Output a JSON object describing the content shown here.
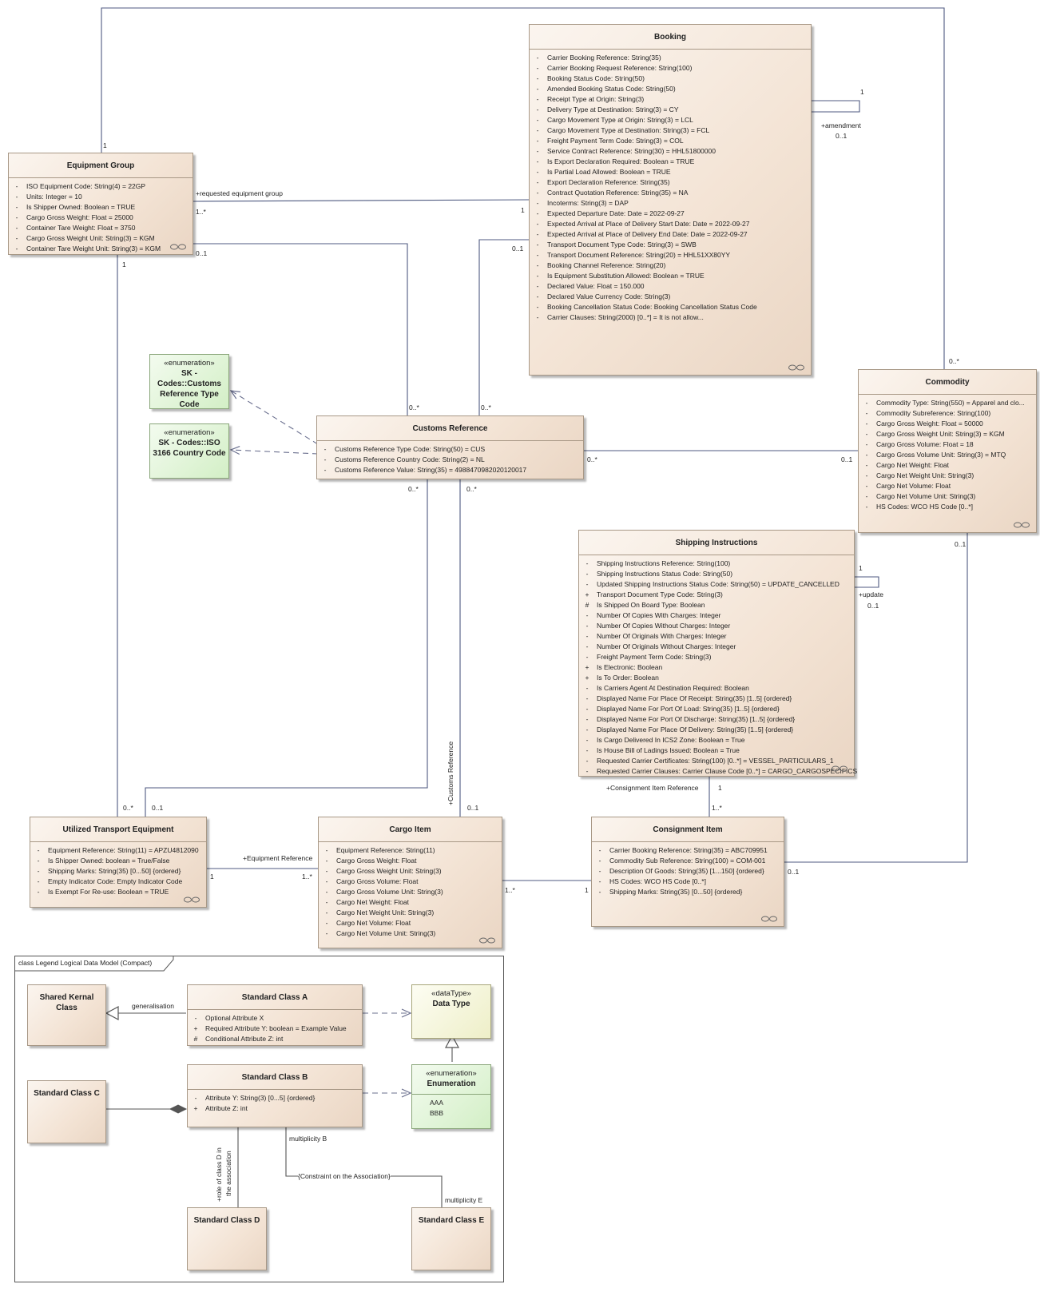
{
  "classes": {
    "booking": {
      "title": "Booking",
      "attrs": [
        {
          "v": "-",
          "t": "Carrier Booking Reference: String(35)"
        },
        {
          "v": "-",
          "t": "Carrier Booking Request Reference: String(100)"
        },
        {
          "v": "-",
          "t": "Booking Status Code: String(50)"
        },
        {
          "v": "-",
          "t": "Amended Booking Status Code: String(50)"
        },
        {
          "v": "-",
          "t": "Receipt Type at Origin: String(3)"
        },
        {
          "v": "-",
          "t": "Delivery Type at Destination: String(3) = CY"
        },
        {
          "v": "-",
          "t": "Cargo Movement Type  at Origin: String(3) = LCL"
        },
        {
          "v": "-",
          "t": "Cargo Movement Type at Destination: String(3) = FCL"
        },
        {
          "v": "-",
          "t": "Freight Payment Term Code: String(3) = COL"
        },
        {
          "v": "-",
          "t": "Service Contract Reference: String(30) = HHL51800000"
        },
        {
          "v": "-",
          "t": "Is Export Declaration Required: Boolean = TRUE"
        },
        {
          "v": "-",
          "t": "Is Partial Load Allowed: Boolean = TRUE"
        },
        {
          "v": "-",
          "t": "Export Declaration Reference: String(35)"
        },
        {
          "v": "-",
          "t": "Contract Quotation Reference: String(35) = NA"
        },
        {
          "v": "-",
          "t": "Incoterms: String(3) = DAP"
        },
        {
          "v": "-",
          "t": "Expected Departure Date: Date = 2022-09-27"
        },
        {
          "v": "-",
          "t": "Expected Arrival at Place of Delivery Start Date: Date = 2022-09-27"
        },
        {
          "v": "-",
          "t": "Expected Arrival at Place of Delivery End Date: Date = 2022-09-27"
        },
        {
          "v": "-",
          "t": "Transport Document Type Code: String(3) = SWB"
        },
        {
          "v": "-",
          "t": "Transport Document Reference: String(20) = HHL51XX80YY"
        },
        {
          "v": "-",
          "t": "Booking Channel Reference: String(20)"
        },
        {
          "v": "-",
          "t": "Is Equipment Substitution Allowed: Boolean = TRUE"
        },
        {
          "v": "-",
          "t": "Declared Value: Float = 150.000"
        },
        {
          "v": "-",
          "t": "Declared Value Currency Code: String(3)"
        },
        {
          "v": "-",
          "t": "Booking Cancellation Status Code: Booking Cancellation Status Code"
        },
        {
          "v": "-",
          "t": "Carrier Clauses: String(2000) [0..*] = It is not allow..."
        }
      ]
    },
    "equipment_group": {
      "title": "Equipment Group",
      "attrs": [
        {
          "v": "-",
          "t": "ISO Equipment Code: String(4) = 22GP"
        },
        {
          "v": "-",
          "t": "Units: Integer = 10"
        },
        {
          "v": "-",
          "t": "Is Shipper Owned: Boolean = TRUE"
        },
        {
          "v": "-",
          "t": "Cargo Gross Weight: Float = 25000"
        },
        {
          "v": "-",
          "t": "Container Tare Weight: Float = 3750"
        },
        {
          "v": "-",
          "t": "Cargo Gross Weight Unit: String(3) = KGM"
        },
        {
          "v": "-",
          "t": "Container Tare Weight Unit: String(3) = KGM"
        }
      ]
    },
    "commodity": {
      "title": "Commodity",
      "attrs": [
        {
          "v": "-",
          "t": "Commodity Type: String(550) = Apparel and clo..."
        },
        {
          "v": "-",
          "t": "Commodity Subreference: String(100)"
        },
        {
          "v": "-",
          "t": "Cargo Gross Weight: Float = 50000"
        },
        {
          "v": "-",
          "t": "Cargo Gross Weight Unit: String(3) = KGM"
        },
        {
          "v": "-",
          "t": "Cargo Gross Volume: Float = 18"
        },
        {
          "v": "-",
          "t": "Cargo Gross Volume Unit: String(3) = MTQ"
        },
        {
          "v": "-",
          "t": "Cargo Net Weight: Float"
        },
        {
          "v": "-",
          "t": "Cargo Net Weight Unit: String(3)"
        },
        {
          "v": "-",
          "t": "Cargo Net Volume: Float"
        },
        {
          "v": "-",
          "t": "Cargo Net Volume Unit: String(3)"
        },
        {
          "v": "-",
          "t": "HS Codes: WCO HS Code [0..*]"
        }
      ]
    },
    "customs_reference": {
      "title": "Customs Reference",
      "attrs": [
        {
          "v": "-",
          "t": "Customs Reference Type Code: String(50) = CUS"
        },
        {
          "v": "-",
          "t": "Customs Reference Country Code: String(2) = NL"
        },
        {
          "v": "-",
          "t": "Customs Reference Value: String(35) = 4988470982020120017"
        }
      ]
    },
    "enum_customs_type": {
      "stereo": "«enumeration»",
      "title": "SK - Codes::Customs Reference Type Code"
    },
    "enum_country": {
      "stereo": "«enumeration»",
      "title": "SK - Codes::ISO 3166 Country Code"
    },
    "shipping_instructions": {
      "title": "Shipping Instructions",
      "attrs": [
        {
          "v": "-",
          "t": "Shipping Instructions Reference: String(100)"
        },
        {
          "v": "-",
          "t": "Shipping Instructions Status Code: String(50)"
        },
        {
          "v": "-",
          "t": "Updated Shipping Instructions Status Code: String(50) = UPDATE_CANCELLED"
        },
        {
          "v": "+",
          "t": "Transport Document Type Code: String(3)"
        },
        {
          "v": "#",
          "t": "Is Shipped On Board Type: Boolean"
        },
        {
          "v": "-",
          "t": "Number Of Copies With Charges: Integer"
        },
        {
          "v": "-",
          "t": "Number Of Copies Without Charges: Integer"
        },
        {
          "v": "-",
          "t": "Number Of Originals With Charges: Integer"
        },
        {
          "v": "-",
          "t": "Number Of Originals Without Charges: Integer"
        },
        {
          "v": "-",
          "t": "Freight Payment Term Code: String(3)"
        },
        {
          "v": "+",
          "t": "Is Electronic: Boolean"
        },
        {
          "v": "+",
          "t": "Is To Order: Boolean"
        },
        {
          "v": "-",
          "t": "Is Carriers Agent At Destination Required: Boolean"
        },
        {
          "v": "-",
          "t": "Displayed Name For Place Of Receipt: String(35) [1..5] {ordered}"
        },
        {
          "v": "-",
          "t": "Displayed Name For Port Of Load: String(35) [1..5] {ordered}"
        },
        {
          "v": "-",
          "t": "Displayed Name For Port Of Discharge: String(35) [1..5] {ordered}"
        },
        {
          "v": "-",
          "t": "Displayed Name For Place Of Delivery: String(35) [1..5] {ordered}"
        },
        {
          "v": "-",
          "t": "Is Cargo Delivered In ICS2 Zone: Boolean = True"
        },
        {
          "v": "-",
          "t": "Is House Bill of Ladings Issued: Boolean = True"
        },
        {
          "v": "-",
          "t": "Requested Carrier Certificates: String(100) [0..*] = VESSEL_PARTICULARS_1"
        },
        {
          "v": "-",
          "t": "Requested Carrier Clauses: Carrier Clause Code [0..*] = CARGO_CARGOSPECIFICS"
        }
      ]
    },
    "utilized_transport_equipment": {
      "title": "Utilized Transport Equipment",
      "attrs": [
        {
          "v": "-",
          "t": "Equipment Reference: String(11) = APZU4812090"
        },
        {
          "v": "-",
          "t": "Is Shipper Owned: boolean = True/False"
        },
        {
          "v": "-",
          "t": "Shipping Marks: String(35) [0...50] {ordered}"
        },
        {
          "v": "-",
          "t": "Empty Indicator Code: Empty Indicator Code"
        },
        {
          "v": "-",
          "t": "Is Exempt For Re-use: Boolean = TRUE"
        }
      ]
    },
    "cargo_item": {
      "title": "Cargo Item",
      "attrs": [
        {
          "v": "-",
          "t": "Equipment Reference: String(11)"
        },
        {
          "v": "-",
          "t": "Cargo Gross Weight: Float"
        },
        {
          "v": "-",
          "t": "Cargo Gross Weight Unit: String(3)"
        },
        {
          "v": "-",
          "t": "Cargo Gross Volume: Float"
        },
        {
          "v": "-",
          "t": "Cargo Gross Volume Unit: String(3)"
        },
        {
          "v": "-",
          "t": "Cargo Net Weight: Float"
        },
        {
          "v": "-",
          "t": "Cargo Net Weight Unit: String(3)"
        },
        {
          "v": "-",
          "t": "Cargo Net Volume: Float"
        },
        {
          "v": "-",
          "t": "Cargo Net Volume Unit: String(3)"
        }
      ]
    },
    "consignment_item": {
      "title": "Consignment Item",
      "attrs": [
        {
          "v": "-",
          "t": "Carrier Booking Reference: String(35) = ABC709951"
        },
        {
          "v": "-",
          "t": "Commodity Sub Reference: String(100) = COM-001"
        },
        {
          "v": "-",
          "t": "Description Of Goods: String(35) [1...150] {ordered}"
        },
        {
          "v": "-",
          "t": "HS Codes: WCO HS Code [0..*]"
        },
        {
          "v": "-",
          "t": "Shipping Marks: String(35) [0...50] {ordered}"
        }
      ]
    }
  },
  "labels": {
    "eg_top_1": "1",
    "booking_self_1": "1",
    "booking_amendment": "+amendment",
    "booking_self_01": "0..1",
    "eg_requested": "+requested equipment group",
    "eg_1star": "1..*",
    "booking_1": "1",
    "eg_01": "0..1",
    "booking_01": "0..1",
    "eg_1_bottom": "1",
    "commodity_0star": "0..*",
    "cr_0star_left": "0..*",
    "cr_0star_right": "0..*",
    "cr_0star_side": "0..*",
    "commodity_01_left": "0..1",
    "cr_0star_bl": "0..*",
    "cr_0star_br": "0..*",
    "commodity_01_bottom": "0..1",
    "si_self_1": "1",
    "si_update": "+update",
    "si_self_01": "0..1",
    "consignment_ref": "+Consignment Item Reference",
    "si_1": "1",
    "ci_1star": "1..*",
    "customs_ref_role": "+Customs Reference",
    "ute_0star": "0..*",
    "ute_01": "0..1",
    "cargo_01": "0..1",
    "equipment_ref": "+Equipment Reference",
    "ute_1": "1",
    "cargo_1star": "1..*",
    "cargo_1star_right": "1..*",
    "consign_1": "1",
    "consign_01": "0..1"
  },
  "legend": {
    "frame_title": "class Legend Logical Data Model (Compact)",
    "shared_kernal": "Shared Kernal Class",
    "class_a": {
      "title": "Standard Class A",
      "attrs": [
        {
          "v": "-",
          "t": "Optional Attribute X"
        },
        {
          "v": "+",
          "t": "Required Attribute Y: boolean = Example Value"
        },
        {
          "v": "#",
          "t": "Conditional Attribute Z: int"
        }
      ]
    },
    "data_type": {
      "stereo": "«dataType»",
      "title": "Data Type"
    },
    "class_b": {
      "title": "Standard Class B",
      "attrs": [
        {
          "v": "-",
          "t": "Attribute Y: String(3) [0...5] {ordered}"
        },
        {
          "v": "+",
          "t": "Attribute Z: int"
        }
      ]
    },
    "class_c": "Standard Class C",
    "enumeration": {
      "stereo": "«enumeration»",
      "title": "Enumeration",
      "values": [
        "AAA",
        "BBB"
      ]
    },
    "class_d": "Standard Class D",
    "class_e": "Standard Class E",
    "generalisation": "generalisation",
    "multiplicity_b": "multiplicity B",
    "multiplicity_e": "multiplicity E",
    "constraint": "{Constraint on the Association}",
    "role_d_line1": "+role of class D in",
    "role_d_line2": "the association"
  }
}
